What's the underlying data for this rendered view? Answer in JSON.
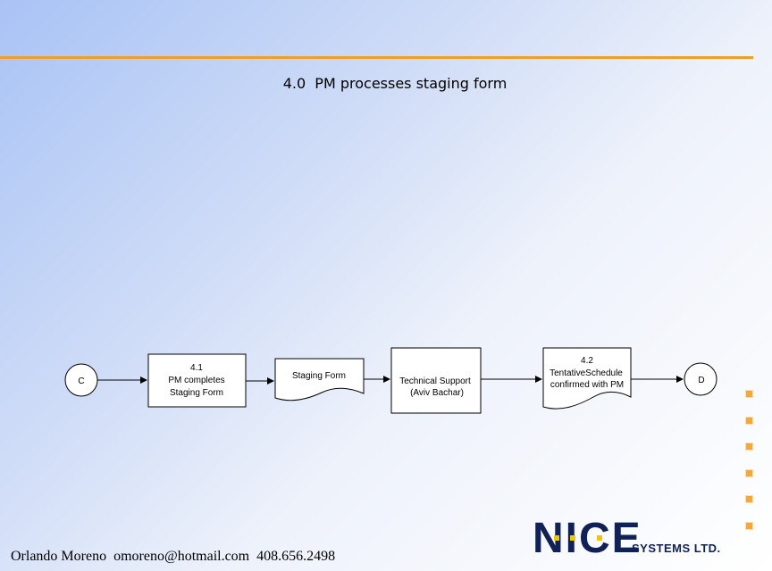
{
  "slide": {
    "title": "4.0  PM processes staging form",
    "footer": "Orlando Moreno  omoreno@hotmail.com  408.656.2498"
  },
  "logo": {
    "word": "NICE",
    "sub": "SYSTEMS LTD."
  },
  "diagram": {
    "connector_start": "C",
    "connector_end": "D",
    "step_4_1": {
      "number": "4.1",
      "line1": "PM completes",
      "line2": "Staging Form"
    },
    "document_staging": {
      "label": "Staging Form"
    },
    "technical_support": {
      "line1": "Technical Support",
      "line2": "(Aviv Bachar)"
    },
    "step_4_2": {
      "number": "4.2",
      "line1": "TentativeSchedule",
      "line2": "confirmed with PM"
    }
  },
  "colors": {
    "accent_line": "#f0a020",
    "logo_navy": "#0f2156",
    "logo_yellow": "#f5c400",
    "side_dots": "#f4a83c"
  }
}
